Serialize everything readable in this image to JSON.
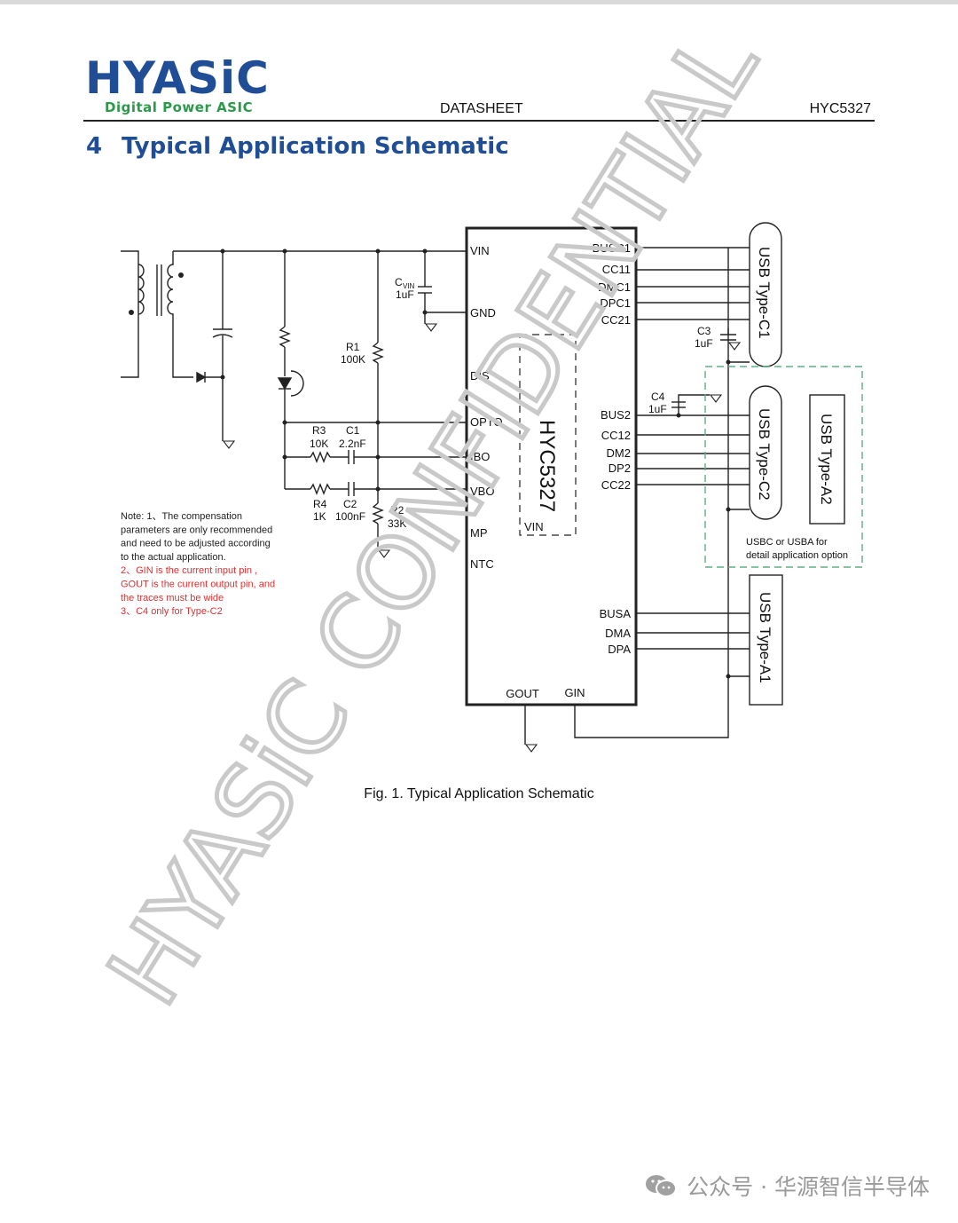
{
  "header": {
    "logo_main": "HYASiC",
    "logo_sub": "Digital Power ASIC",
    "center": "DATASHEET",
    "right": "HYC5327"
  },
  "section": {
    "number": "4",
    "title": "Typical Application Schematic"
  },
  "ic": {
    "name": "HYC5327",
    "inner_label": "VIN",
    "left_pins": [
      "VIN",
      "GND",
      "DIS",
      "OPTO",
      "IBO",
      "VBO",
      "MP",
      "NTC"
    ],
    "right_pins": [
      "BUSC1",
      "CC11",
      "DMC1",
      "DPC1",
      "CC21",
      "BUS2",
      "CC12",
      "DM2",
      "DP2",
      "CC22",
      "BUSA",
      "DMA",
      "DPA"
    ],
    "bottom_pins": [
      "GOUT",
      "GIN"
    ]
  },
  "components": {
    "cvin": {
      "name": "C",
      "sub": "VIN",
      "value": "1uF"
    },
    "r1": {
      "name": "R1",
      "value": "100K"
    },
    "r2": {
      "name": "R2",
      "value": "33K"
    },
    "r3": {
      "name": "R3",
      "value": "10K"
    },
    "r4": {
      "name": "R4",
      "value": "1K"
    },
    "c1": {
      "name": "C1",
      "value": "2.2nF"
    },
    "c2": {
      "name": "C2",
      "value": "100nF"
    },
    "c3": {
      "name": "C3",
      "value": "1uF"
    },
    "c4": {
      "name": "C4",
      "value": "1uF"
    }
  },
  "connectors": {
    "c1": "USB Type-C1",
    "c2": "USB Type-C2",
    "a2": "USB Type-A2",
    "a1": "USB Type-A1",
    "option_line1": "USBC or USBA for",
    "option_line2": "detail application option"
  },
  "notes": {
    "n1": [
      "Note: 1、The compensation",
      "parameters are only recommended",
      "and need to be adjusted according",
      "to the actual application."
    ],
    "n2": [
      "2、GIN is the current input pin ,",
      "GOUT is the current output pin, and",
      "the traces must be wide"
    ],
    "n3": [
      "3、C4 only for Type-C2"
    ]
  },
  "watermark": "HYASiC CONFIDENTIAL",
  "caption": "Fig. 1. Typical Application Schematic",
  "footer": {
    "text": "公众号 · 华源智信半导体"
  },
  "colors": {
    "brand_blue": "#1f4e96",
    "brand_green": "#2a9a4a",
    "note_red": "#e03030",
    "option_green": "#5fae86"
  }
}
